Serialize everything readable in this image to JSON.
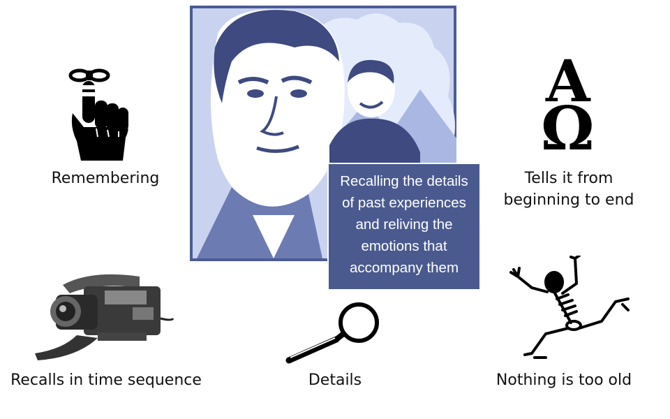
{
  "labels": {
    "remembering": "Remembering",
    "tells_line1": "Tells it from",
    "tells_line2": "beginning to end",
    "recalls": "Recalls in time sequence",
    "details": "Details",
    "nothing_old": "Nothing is too old"
  },
  "caption": {
    "line1": "Recalling the details",
    "line2": "of past experiences",
    "line3": "and reliving the",
    "line4": "emotions that",
    "line5": "accompany them"
  },
  "symbols": {
    "alpha": "Α",
    "omega": "Ω"
  },
  "icons": [
    "finger-string-icon",
    "alpha-omega-icon",
    "video-camera-icon",
    "magnifying-glass-icon",
    "dancing-skeleton-icon"
  ],
  "colors": {
    "illustration_blue": "#4d5b94",
    "illustration_light": "#c9d3f0",
    "caption_box": "#4a5a8f"
  }
}
